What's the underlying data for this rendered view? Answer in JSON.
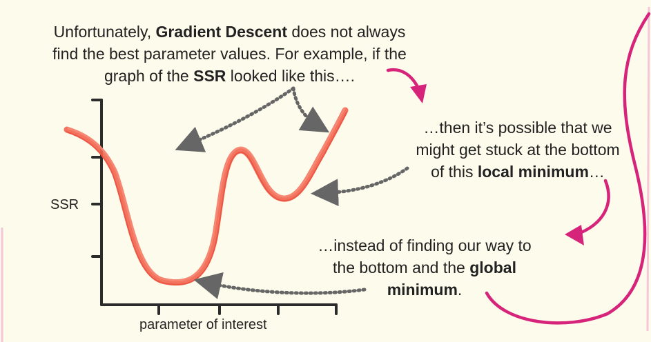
{
  "captions": {
    "intro": {
      "l1_pre": "Unfortunately, ",
      "l1_bold": "Gradient Descent",
      "l1_post": " does not always",
      "l2": "find the best parameter values. For example, if the",
      "l3_pre": "graph of the ",
      "l3_bold": "SSR",
      "l3_post": " looked like this…."
    },
    "local": {
      "l1": "…then it’s possible that we",
      "l2": "might get stuck at the bottom",
      "l3_pre": "of this ",
      "l3_bold": "local minimum",
      "l3_post": "…"
    },
    "global": {
      "l1": "…instead of finding our way to",
      "l2_pre": "the bottom and the ",
      "l2_bold": "global",
      "l3_bold": "minimum",
      "l3_post": "."
    }
  },
  "axes": {
    "ylabel": "SSR",
    "xlabel": "parameter of interest"
  },
  "colors": {
    "curve": "#f26450",
    "arrow_magenta": "#d6247a",
    "dotted_arrow": "#666666",
    "axis": "#2b2b2b",
    "background": "#fdfbeb"
  }
}
